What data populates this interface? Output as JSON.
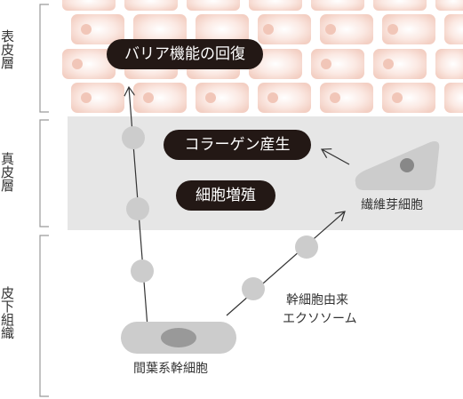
{
  "layers": {
    "epidermis": "表皮層",
    "dermis": "真皮層",
    "subcutaneous": "皮下組織"
  },
  "labels": {
    "barrier": "バリア機能の回復",
    "collagen": "コラーゲン産生",
    "proliferation": "細胞増殖",
    "fibroblast": "繊維芽細胞",
    "exosome_line1": "幹細胞由来",
    "exosome_line2": "エクソソーム",
    "stem_cell": "間葉系幹細胞"
  },
  "colors": {
    "epidermis_cell": "#f6d9cf",
    "dermis_band": "#e6e6e6",
    "particle": "#cccccc",
    "pill": "#231815"
  }
}
